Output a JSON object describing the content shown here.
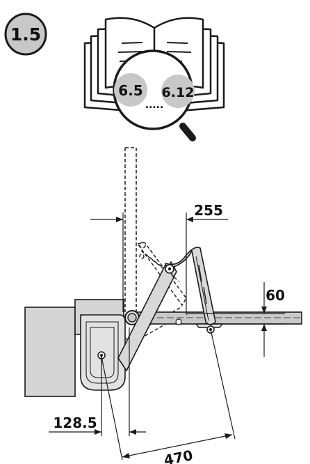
{
  "step": {
    "number": "1.5"
  },
  "manual_ref": {
    "from": "6.5",
    "to": "6.12",
    "ellipsis": "....."
  },
  "dimensions": {
    "top_offset": "255",
    "beam_gap": "60",
    "pivot_offset": "128.5",
    "diagonal": "470"
  },
  "colors": {
    "badge_fill": "#c8c8c8",
    "motor_fill": "#d4d4d4",
    "housing_fill": "#e2e2e2",
    "arm_fill": "#d8d8d8",
    "beam_fill": "#c9c9c9",
    "stroke": "#1a1a1a"
  },
  "icons": [
    "book-icon",
    "magnifier-icon"
  ]
}
